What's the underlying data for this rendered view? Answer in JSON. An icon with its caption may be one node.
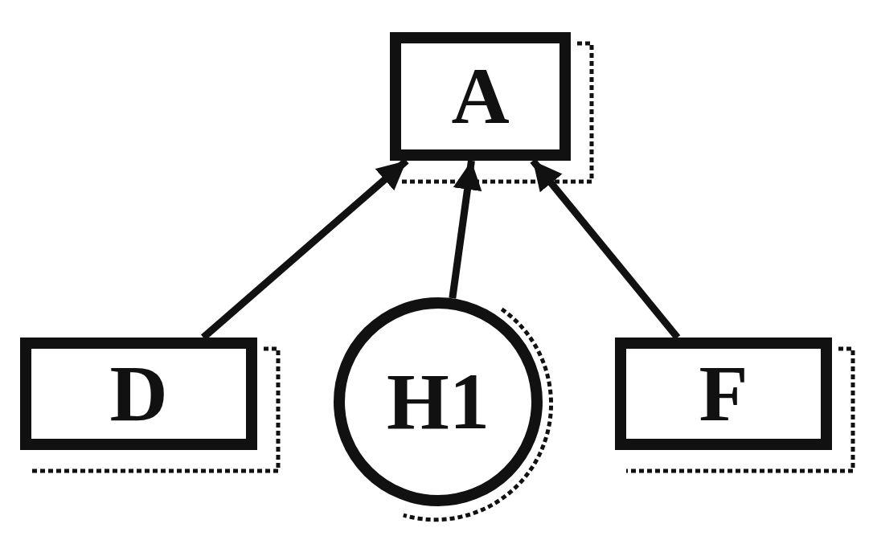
{
  "diagram": {
    "nodes": [
      {
        "text": [
          "A"
        ]
      },
      {
        "text": [
          "D"
        ]
      },
      {
        "text": [
          "H1"
        ]
      },
      {
        "text": [
          "F"
        ]
      }
    ],
    "edges": [
      {
        "from": 1,
        "to": 0,
        "arrow": "to"
      },
      {
        "from": 2,
        "to": 0,
        "arrow": "to"
      },
      {
        "from": 3,
        "to": 0,
        "arrow": "to"
      }
    ]
  }
}
